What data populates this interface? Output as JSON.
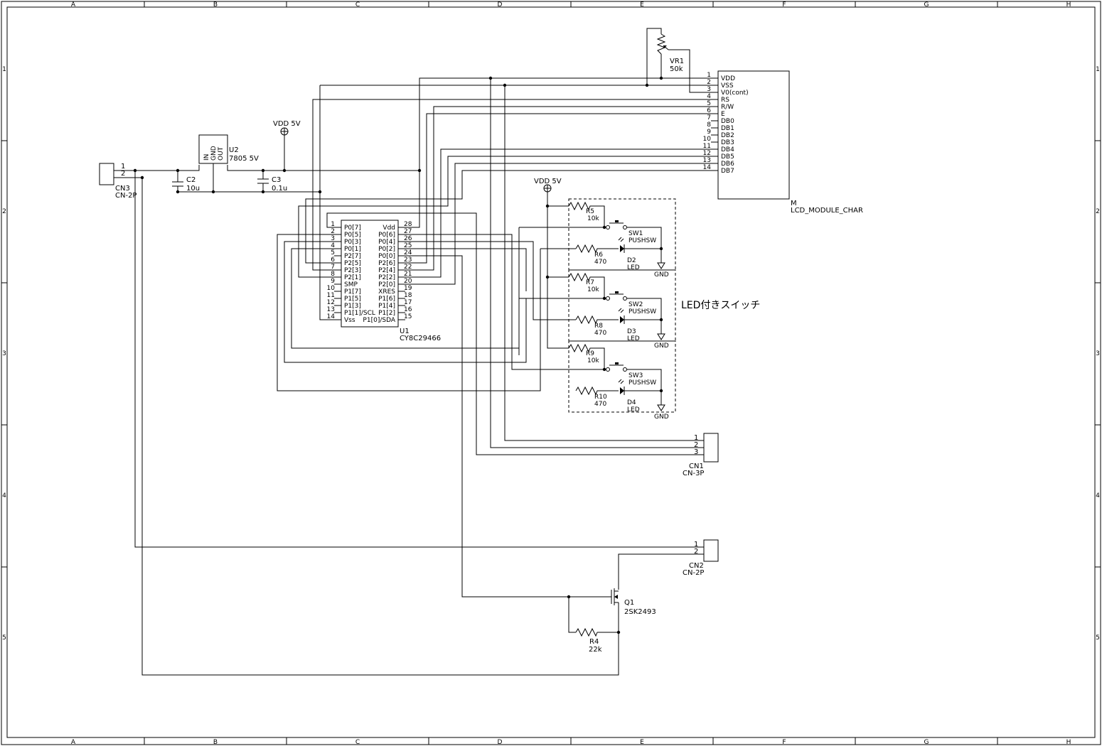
{
  "frame": {
    "cols": [
      "A",
      "B",
      "C",
      "D",
      "E",
      "F",
      "G",
      "H"
    ],
    "rows": [
      "1",
      "2",
      "3",
      "4",
      "5"
    ]
  },
  "components": {
    "cn3": {
      "ref": "CN3",
      "value": "CN-2P",
      "pins": [
        "1",
        "2"
      ]
    },
    "u2": {
      "ref": "U2",
      "value": "7805 5V",
      "pins": [
        "IN",
        "GND",
        "OUT"
      ]
    },
    "c2": {
      "ref": "C2",
      "value": "10u"
    },
    "c3": {
      "ref": "C3",
      "value": "0.1u"
    },
    "vdd1": {
      "label": "VDD 5V"
    },
    "vdd2": {
      "label": "VDD 5V"
    },
    "vr1": {
      "ref": "VR1",
      "value": "50k"
    },
    "lcd": {
      "ref": "M",
      "value": "LCD_MODULE_CHAR",
      "pins": [
        {
          "num": "1",
          "name": "VDD"
        },
        {
          "num": "2",
          "name": "VSS"
        },
        {
          "num": "3",
          "name": "V0(cont)"
        },
        {
          "num": "4",
          "name": "RS"
        },
        {
          "num": "5",
          "name": "R/W"
        },
        {
          "num": "6",
          "name": "E"
        },
        {
          "num": "7",
          "name": "DB0"
        },
        {
          "num": "8",
          "name": "DB1"
        },
        {
          "num": "9",
          "name": "DB2"
        },
        {
          "num": "10",
          "name": "DB3"
        },
        {
          "num": "11",
          "name": "DB4"
        },
        {
          "num": "12",
          "name": "DB5"
        },
        {
          "num": "13",
          "name": "DB6"
        },
        {
          "num": "14",
          "name": "DB7"
        }
      ]
    },
    "u1": {
      "ref": "U1",
      "value": "CY8C29466",
      "left": [
        {
          "num": "1",
          "name": "P0[7]"
        },
        {
          "num": "2",
          "name": "P0[5]"
        },
        {
          "num": "3",
          "name": "P0[3]"
        },
        {
          "num": "4",
          "name": "P0[1]"
        },
        {
          "num": "5",
          "name": "P2[7]"
        },
        {
          "num": "6",
          "name": "P2[5]"
        },
        {
          "num": "7",
          "name": "P2[3]"
        },
        {
          "num": "8",
          "name": "P2[1]"
        },
        {
          "num": "9",
          "name": "SMP"
        },
        {
          "num": "10",
          "name": "P1[7]"
        },
        {
          "num": "11",
          "name": "P1[5]"
        },
        {
          "num": "12",
          "name": "P1[3]"
        },
        {
          "num": "13",
          "name": "P1[1]/SCL"
        },
        {
          "num": "14",
          "name": "Vss"
        }
      ],
      "right": [
        {
          "num": "28",
          "name": "Vdd"
        },
        {
          "num": "27",
          "name": "P0[6]"
        },
        {
          "num": "26",
          "name": "P0[4]"
        },
        {
          "num": "25",
          "name": "P0[2]"
        },
        {
          "num": "24",
          "name": "P0[0]"
        },
        {
          "num": "23",
          "name": "P2[6]"
        },
        {
          "num": "22",
          "name": "P2[4]"
        },
        {
          "num": "21",
          "name": "P2[2]"
        },
        {
          "num": "20",
          "name": "P2[0]"
        },
        {
          "num": "19",
          "name": "XRES"
        },
        {
          "num": "18",
          "name": "P1[6]"
        },
        {
          "num": "17",
          "name": "P1[4]"
        },
        {
          "num": "16",
          "name": "P1[2]"
        },
        {
          "num": "15",
          "name": "P1[0]/SDA"
        }
      ]
    },
    "sw_groups": [
      {
        "r_pull": "R5",
        "r_pull_val": "10k",
        "sw": "SW1",
        "sw_val": "PUSHSW",
        "r_led": "R6",
        "r_led_val": "470",
        "led": "D2",
        "led_val": "LED",
        "gnd": "GND"
      },
      {
        "r_pull": "R7",
        "r_pull_val": "10k",
        "sw": "SW2",
        "sw_val": "PUSHSW",
        "r_led": "R8",
        "r_led_val": "470",
        "led": "D3",
        "led_val": "LED",
        "gnd": "GND"
      },
      {
        "r_pull": "R9",
        "r_pull_val": "10k",
        "sw": "SW3",
        "sw_val": "PUSHSW",
        "r_led": "R10",
        "r_led_val": "470",
        "led": "D4",
        "led_val": "LED",
        "gnd": "GND"
      }
    ],
    "led_switch_label": "LED付きスイッチ",
    "cn1": {
      "ref": "CN1",
      "value": "CN-3P",
      "pins": [
        "1",
        "2",
        "3"
      ]
    },
    "cn2": {
      "ref": "CN2",
      "value": "CN-2P",
      "pins": [
        "1",
        "2"
      ]
    },
    "q1": {
      "ref": "Q1",
      "value": "2SK2493"
    },
    "r4": {
      "ref": "R4",
      "value": "22k"
    }
  }
}
